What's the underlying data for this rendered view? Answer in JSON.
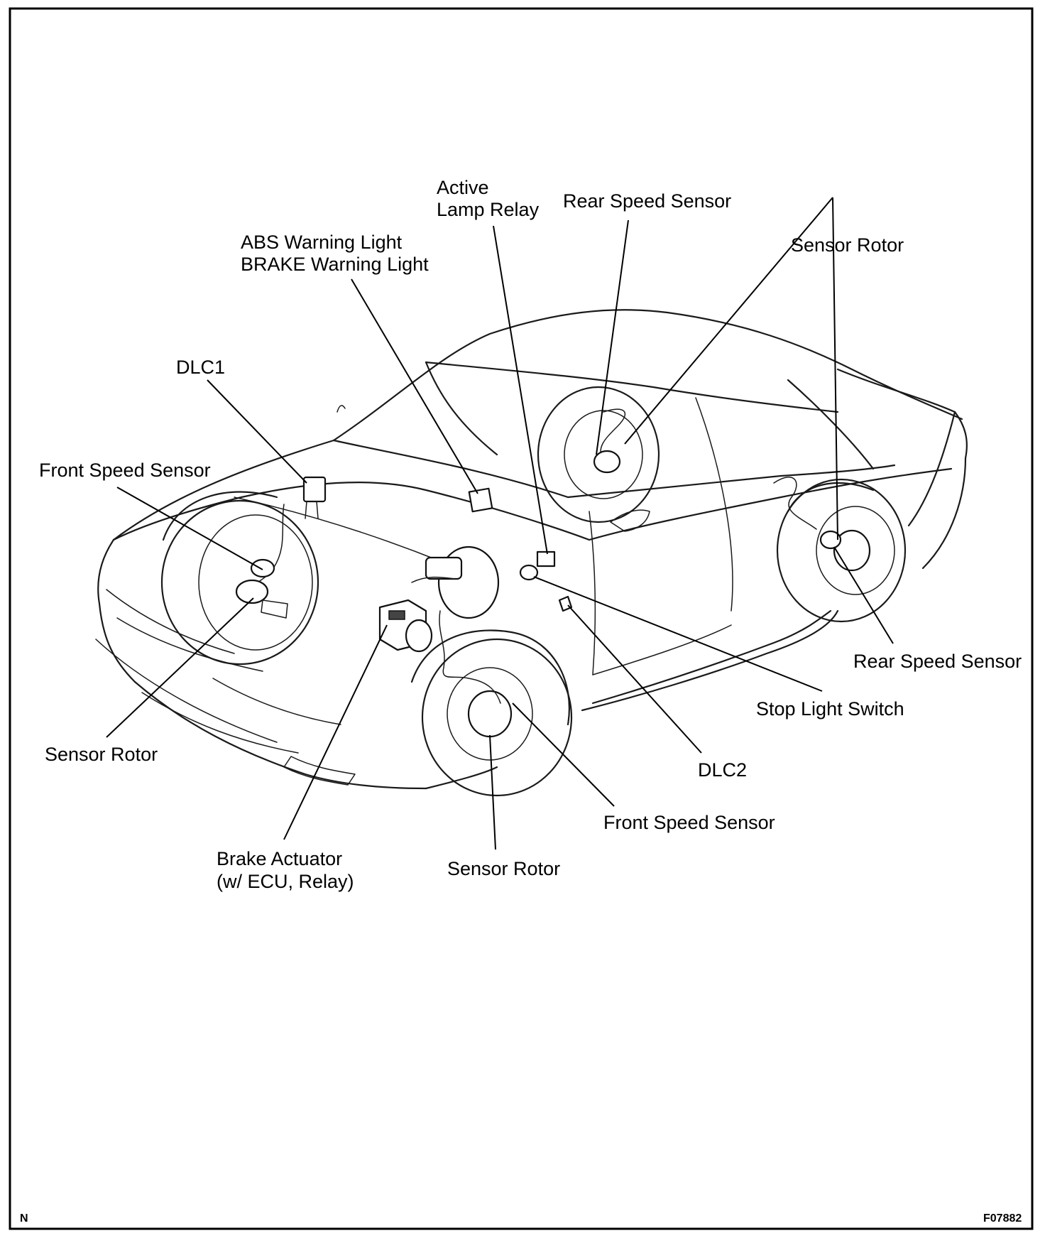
{
  "labels": {
    "active_lamp_relay": [
      "Active",
      "Lamp Relay"
    ],
    "rear_speed_sensor_top": "Rear Speed Sensor",
    "abs_brake_warning": [
      "ABS Warning Light",
      "BRAKE Warning Light"
    ],
    "sensor_rotor_top_right": "Sensor Rotor",
    "dlc1": "DLC1",
    "front_speed_sensor_left": "Front Speed Sensor",
    "rear_speed_sensor_right": "Rear Speed Sensor",
    "stop_light_switch": "Stop Light Switch",
    "sensor_rotor_left": "Sensor Rotor",
    "dlc2": "DLC2",
    "front_speed_sensor_bottom": "Front Speed Sensor",
    "brake_actuator": [
      "Brake Actuator",
      "(w/ ECU, Relay)"
    ],
    "sensor_rotor_bottom": "Sensor Rotor"
  },
  "corner_marks": {
    "bottom_left": "N",
    "bottom_right": "F07882"
  }
}
